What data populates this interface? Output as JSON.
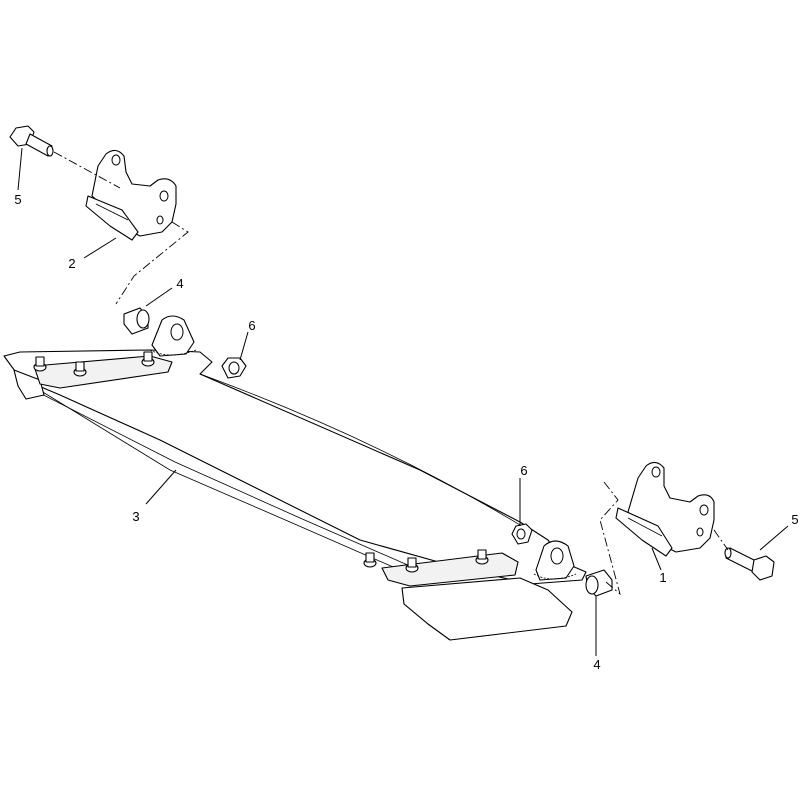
{
  "callouts": {
    "c1": "1",
    "c2": "2",
    "c3": "3",
    "c4a": "4",
    "c4b": "4",
    "c5a": "5",
    "c5b": "5",
    "c6a": "6",
    "c6b": "6"
  }
}
